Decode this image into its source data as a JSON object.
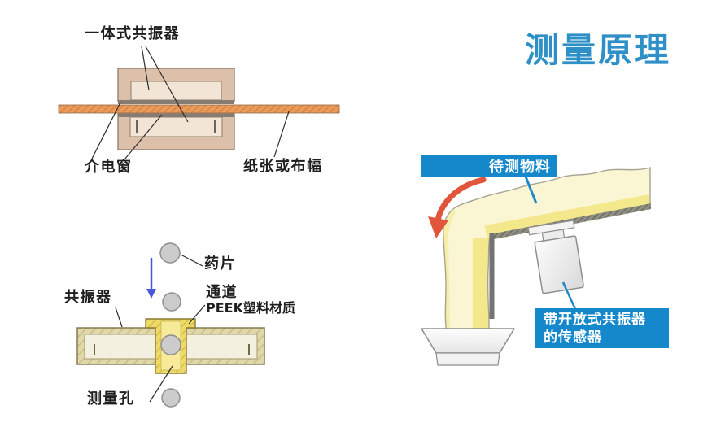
{
  "title": {
    "text": "测量原理"
  },
  "colors": {
    "title_blue": "#2e90c6",
    "label_box_blue": "#1588cb",
    "web_orange": "#ec9b57",
    "block_tan": "#dcc0aa",
    "bar_khaki": "#e0d8ab",
    "channel_yellow": "#eeda66",
    "material_cream": "#faf5d2",
    "arrow_red": "#e0553c",
    "arrow_blue": "#4a57d8",
    "tablet_gray": "#cccccc",
    "label_text": "#1f1f1f"
  },
  "web_diagram": {
    "resonator_label": "一体式共振器",
    "window_label": "介电窗",
    "web_label": "纸张或布幅"
  },
  "tablet_diagram": {
    "tablet_label": "药片",
    "resonator_label": "共振器",
    "channel_label": "通道",
    "channel_material_label": "PEEK塑料材质",
    "hole_label": "测量孔"
  },
  "sensor_diagram": {
    "material_label": "待测物料",
    "sensor_label_line1": "带开放式共振器",
    "sensor_label_line2": "的传感器"
  }
}
